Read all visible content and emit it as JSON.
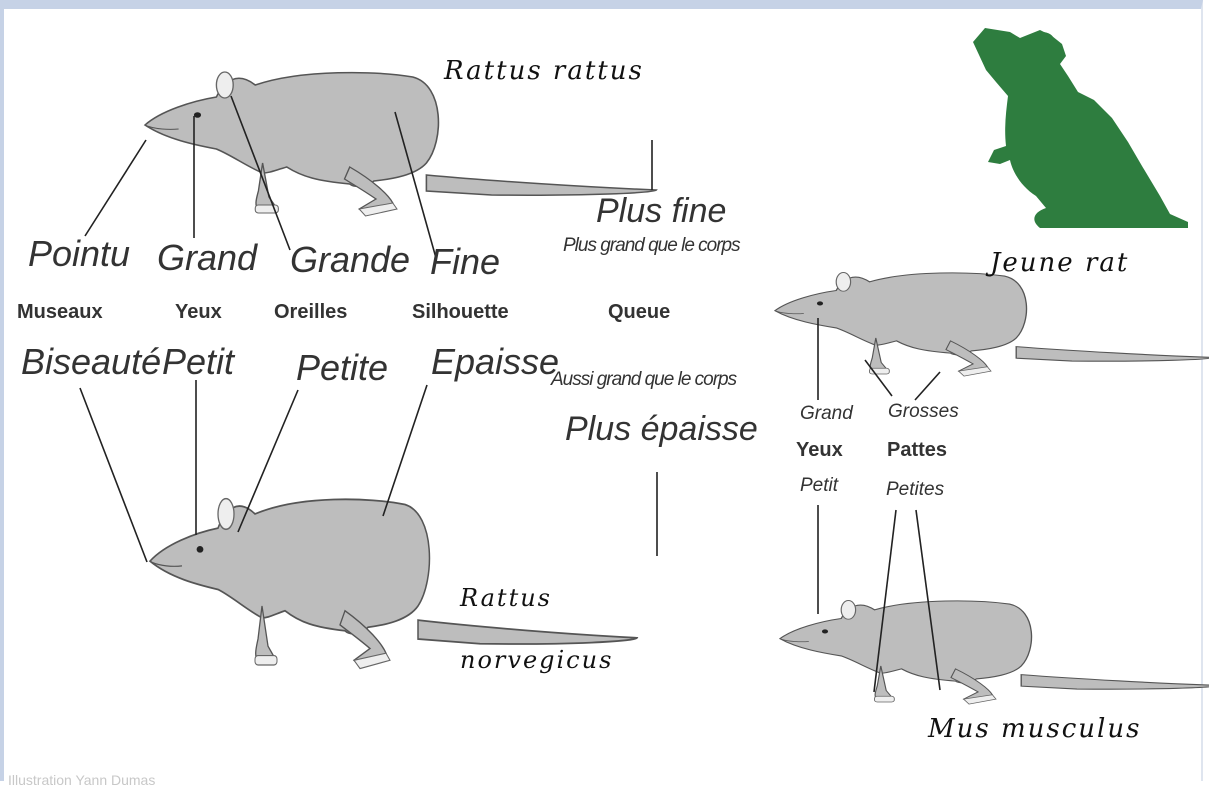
{
  "species": {
    "rattus_rattus": "Rattus rattus",
    "rattus_norvegicus_line1": "Rattus",
    "rattus_norvegicus_line2": "norvegicus",
    "jeune_rat": "Jeune rat",
    "mus_musculus": "Mus musculus"
  },
  "characteristics": {
    "museaux": {
      "label": "Museaux",
      "rattus": "Pointu",
      "norvegicus": "Biseauté"
    },
    "yeux": {
      "label": "Yeux",
      "rattus": "Grand",
      "norvegicus": "Petit"
    },
    "oreilles": {
      "label": "Oreilles",
      "rattus": "Grande",
      "norvegicus": "Petite"
    },
    "silhouette": {
      "label": "Silhouette",
      "rattus": "Fine",
      "norvegicus": "Epaisse"
    },
    "queue": {
      "label": "Queue",
      "rattus": "Plus fine",
      "rattus_note": "Plus grand que le corps",
      "norvegicus": "Plus épaisse",
      "norvegicus_note": "Aussi grand que le corps"
    }
  },
  "young_vs_mouse": {
    "yeux": {
      "label": "Yeux",
      "young": "Grand",
      "mouse": "Petit"
    },
    "pattes": {
      "label": "Pattes",
      "young": "Grosses",
      "mouse": "Petites"
    }
  },
  "credit": "Illustration Yann Dumas",
  "colors": {
    "body": "#bdbdbd",
    "outline": "#555555",
    "silhouette": "#2e7d3f",
    "leader_line": "#222222",
    "frame": "#c6d2e6"
  },
  "icons": {
    "silhouette": "rat-silhouette-icon",
    "rat": "rat-illustration"
  }
}
